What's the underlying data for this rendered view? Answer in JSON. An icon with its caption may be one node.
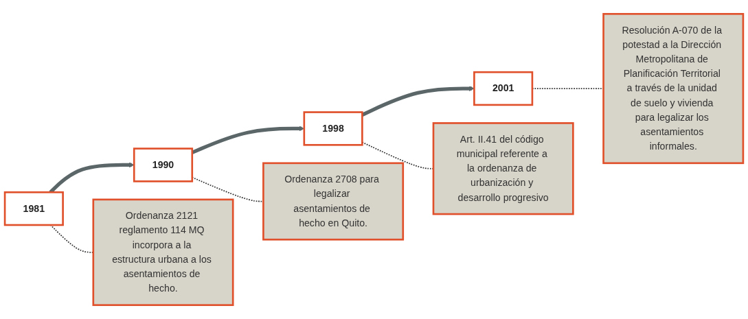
{
  "diagram": {
    "nodes": [
      {
        "text": [
          "1981"
        ]
      },
      {
        "text": [
          "1990"
        ]
      },
      {
        "text": [
          "1998"
        ]
      },
      {
        "text": [
          "2001"
        ]
      },
      {
        "text": [
          "Ordenanza 2121 reglamento 114 MQ incorpora a la estructura urbana a los asentamientos de hecho."
        ]
      },
      {
        "text": [
          "Ordenanza 2708 para legalizar asentamientos de hecho en Quito."
        ]
      },
      {
        "text": [
          "Art. II.41 del código municipal referente a la ordenanza de urbanización y desarrollo progresivo"
        ]
      },
      {
        "text": [
          "Resolución A-070 de la potestad a la Dirección Metropolitana de Planificación Territorial a través de la unidad de suelo y vivienda para legalizar los asentamientos informales."
        ]
      }
    ],
    "edges": [
      {
        "from": 0,
        "to": 1,
        "arrow": "to",
        "style": "thick",
        "color": "#5b6669"
      },
      {
        "from": 1,
        "to": 2,
        "arrow": "to",
        "style": "thick",
        "color": "#5b6669"
      },
      {
        "from": 2,
        "to": 3,
        "arrow": "to",
        "style": "thick",
        "color": "#5b6669"
      },
      {
        "from": 0,
        "to": 4,
        "arrow": "none",
        "style": "dashed"
      },
      {
        "from": 1,
        "to": 5,
        "arrow": "none",
        "style": "dashed"
      },
      {
        "from": 2,
        "to": 6,
        "arrow": "none",
        "style": "dashed"
      },
      {
        "from": 3,
        "to": 7,
        "arrow": "none",
        "style": "dashed"
      }
    ]
  }
}
